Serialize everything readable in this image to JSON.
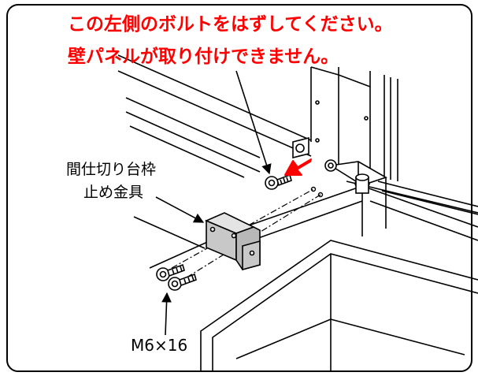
{
  "warning": {
    "line1": "この左側のボルトをはずしてください。",
    "line2": "壁パネルが取り付けできません。",
    "color": "#ff0000"
  },
  "part_label": {
    "line1": "間仕切り台枠",
    "line2": "止め金具"
  },
  "bolt_label": "M6×16",
  "colors": {
    "line": "#000000",
    "bracket_fill": "#c8c8c8",
    "arrow": "#ff0000",
    "background": "#ffffff"
  }
}
